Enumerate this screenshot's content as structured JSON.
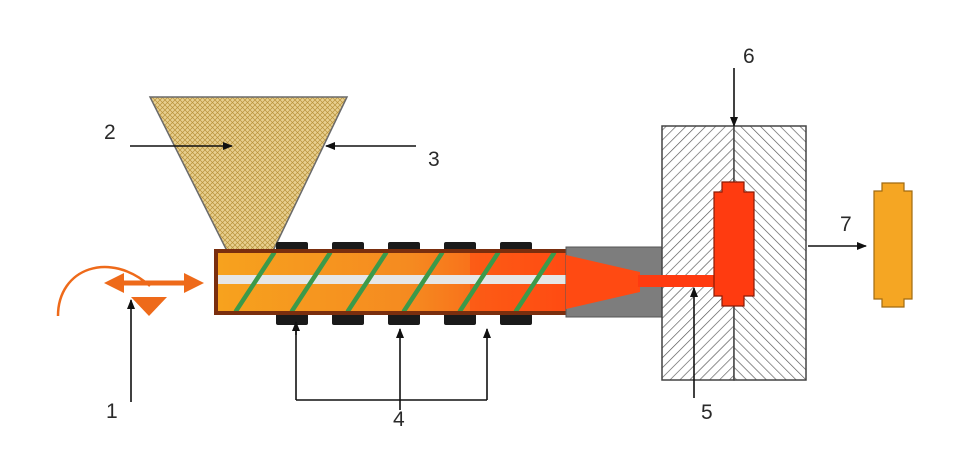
{
  "labels": {
    "drive": "1",
    "hopper_material": "2",
    "hopper": "3",
    "heaters": "4",
    "nozzle": "5",
    "mold_clamp": "6",
    "part": "7"
  },
  "colors": {
    "granules": "#e8cf8f",
    "barrel_melt": "#f5a623",
    "barrel_wall": "#7a2e0e",
    "hot_melt": "#ff3b10",
    "screw_flight": "#3b9a4a",
    "screw_shaft": "#e6e6e6",
    "heater_band": "#1a1a1a",
    "mold_hatch": "#555555",
    "nozzle_body": "#7d7d7d",
    "part": "#f5a623",
    "motion_arrow": "#ee6a1a"
  },
  "icons": {
    "rotation": "rotation-arrow-icon",
    "reciprocation": "double-headed-arrow-icon"
  }
}
